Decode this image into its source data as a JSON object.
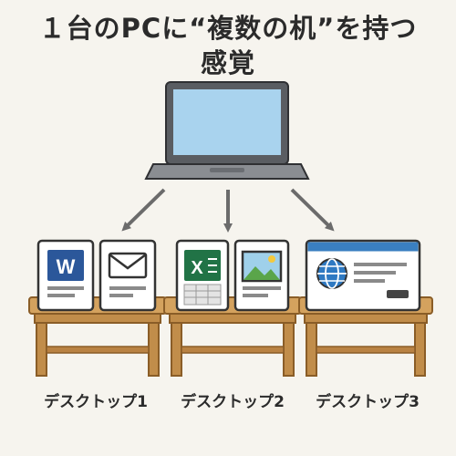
{
  "title": {
    "line1": "１台のPCに“複数の机”を持つ",
    "line2": "感覚"
  },
  "desks": [
    {
      "label": "デスクトップ1"
    },
    {
      "label": "デスクトップ2"
    },
    {
      "label": "デスクトップ3"
    }
  ],
  "docs": {
    "word_letter": "W",
    "excel_letter": "X"
  },
  "colors": {
    "word": "#2b579a",
    "excel": "#217346",
    "screen": "#a9d3ee",
    "wood": "#d4a25e",
    "wood_dark": "#a8763a",
    "browser_bar": "#3a7fc1",
    "arrow": "#6b6b6b"
  },
  "icons": [
    "laptop-icon",
    "word-icon",
    "mail-icon",
    "excel-icon",
    "image-icon",
    "globe-icon"
  ]
}
